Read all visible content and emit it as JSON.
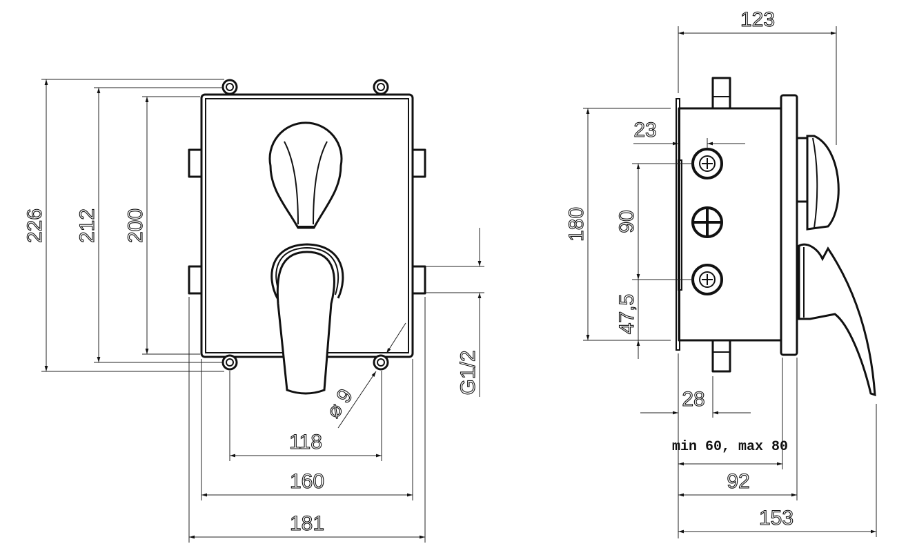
{
  "drawing": {
    "front_view": {
      "height_overall": "226",
      "height_mounting": "212",
      "height_box": "200",
      "width_mounting": "118",
      "width_box": "160",
      "width_overall": "181",
      "hole_diameter": "⌀ 9",
      "thread": "G1/2"
    },
    "side_view": {
      "depth_overall_top": "123",
      "height_body": "180",
      "offset_fitting": "23",
      "fitting_spacing": "90",
      "bottom_offset": "47,5",
      "pipe_offset": "28",
      "install_depth": "min 60, max 80",
      "depth_plate": "92",
      "depth_overall": "153"
    }
  }
}
